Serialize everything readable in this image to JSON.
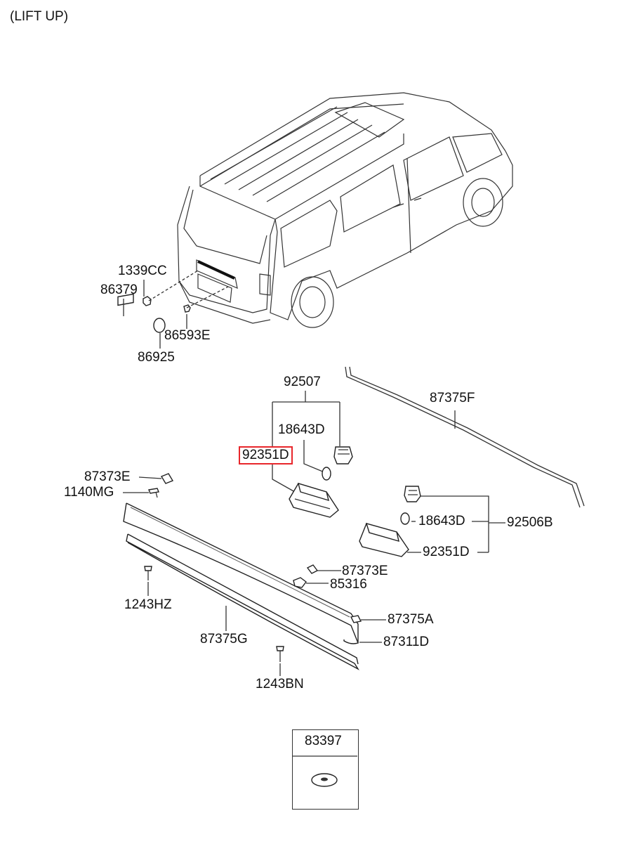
{
  "diagram": {
    "header": "(LIFT UP)",
    "labels": {
      "p1339CC": "1339CC",
      "p86379": "86379",
      "p86593E": "86593E",
      "p86925": "86925",
      "p92507": "92507",
      "p18643D_a": "18643D",
      "p92351D_a": "92351D",
      "p87375F": "87375F",
      "p87373E_a": "87373E",
      "p1140MG": "1140MG",
      "p18643D_b": "18643D",
      "p92506B": "92506B",
      "p92351D_b": "92351D",
      "p87373E_b": "87373E",
      "p85316": "85316",
      "p1243HZ": "1243HZ",
      "p87375A": "87375A",
      "p87375G": "87375G",
      "p87311D": "87311D",
      "p1243BN": "1243BN",
      "p83397": "83397"
    },
    "highlight_color": "#e8262b"
  }
}
